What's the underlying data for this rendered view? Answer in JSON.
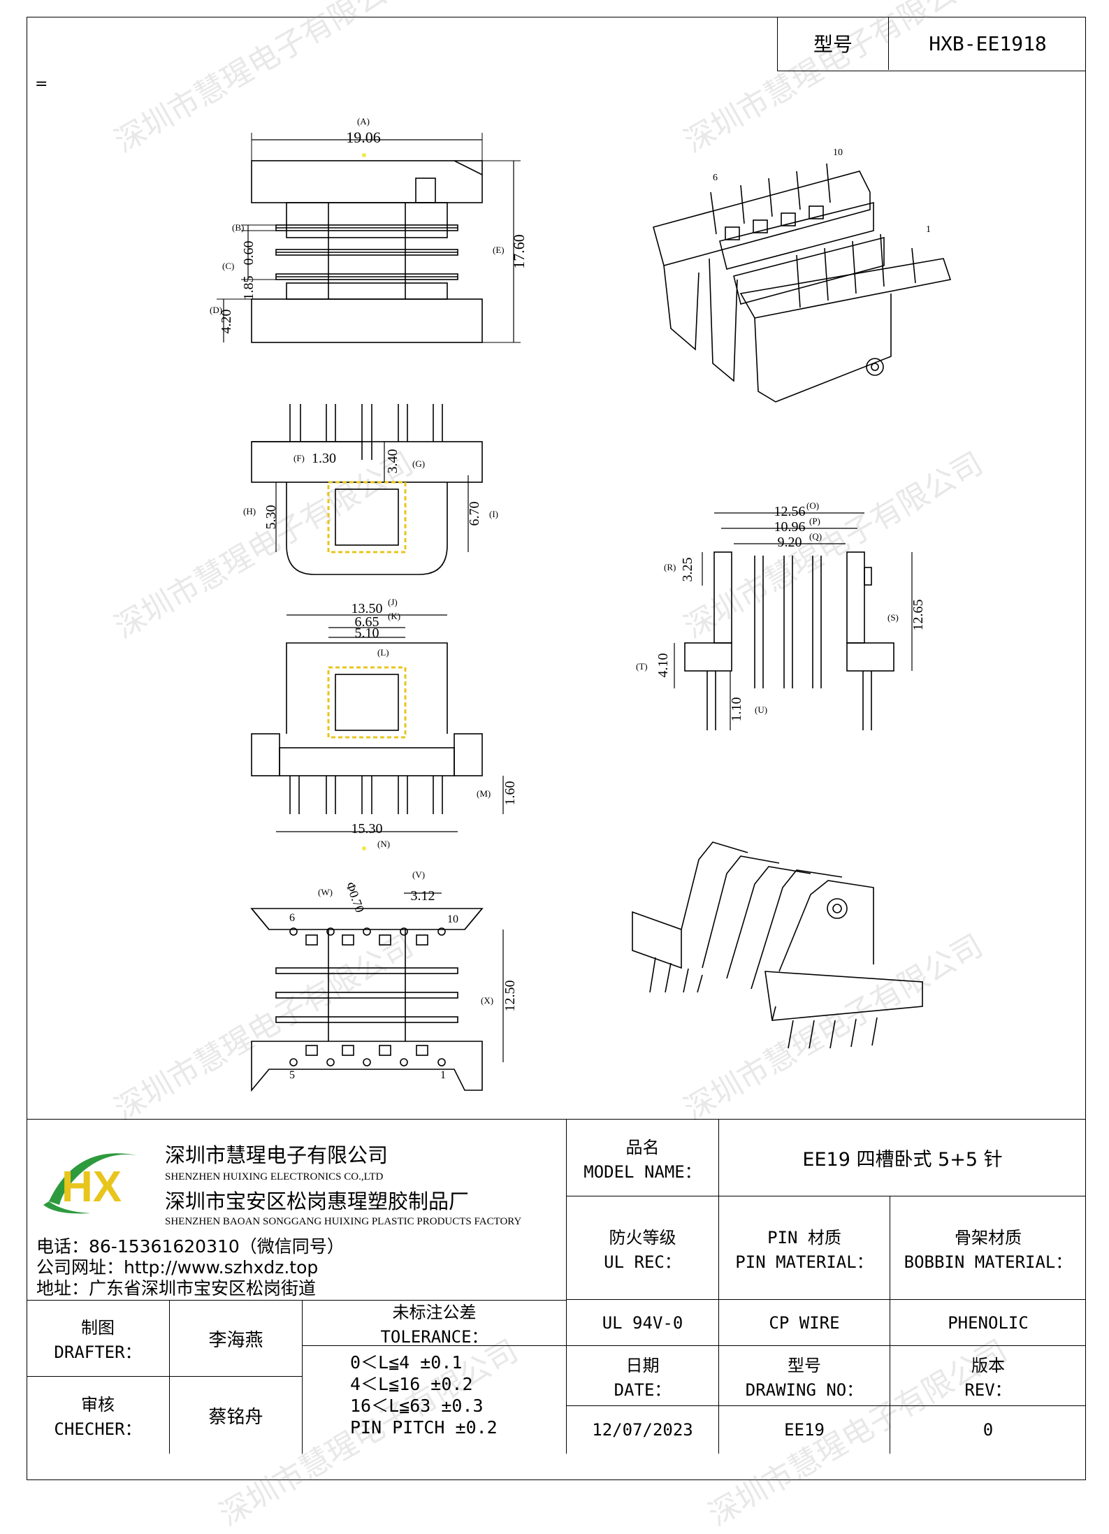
{
  "header": {
    "model_label": "型号",
    "model_value": "HXB-EE1918",
    "stray_mark": "="
  },
  "drawing": {
    "top_view": {
      "A": "(A)",
      "A_val": "19.06",
      "B": "(B)",
      "C": "(C)",
      "D": "(D)",
      "E": "(E)",
      "E_val": "17.60",
      "v060": "0.60",
      "v185": "1.85",
      "v420": "4.20"
    },
    "front_view": {
      "F": "(F)",
      "F_val": "1.30",
      "G": "(G)",
      "G_val": "3.40",
      "H": "(H)",
      "H_val": "5.30",
      "I": "(I)",
      "I_val": "6.70"
    },
    "bottom_view": {
      "J": "(J)",
      "J_val": "13.50",
      "K": "(K)",
      "K_val": "6.65",
      "L": "(L)",
      "L_val": "5.10",
      "M": "(M)",
      "M_val": "1.60",
      "N": "(N)",
      "N_val": "15.30"
    },
    "pin_view": {
      "W": "(W)",
      "W_val": "Φ0.70",
      "V": "(V)",
      "V_val": "3.12",
      "X": "(X)",
      "X_val": "12.50",
      "p6": "6",
      "p10": "10",
      "p5": "5",
      "p1": "1"
    },
    "side_view": {
      "O": "(O)",
      "O_val": "12.56",
      "P": "(P)",
      "P_val": "10.96",
      "Q": "(Q)",
      "Q_val": "9.20",
      "R": "(R)",
      "R_val": "3.25",
      "S": "(S)",
      "S_val": "12.65",
      "T": "(T)",
      "T_val": "4.10",
      "U": "(U)",
      "U_val": "1.10"
    },
    "iso_top": {
      "p6": "6",
      "p10": "10",
      "p1": "1"
    }
  },
  "watermark": "深圳市慧瑆电子有限公司",
  "company": {
    "name_cn": "深圳市慧瑆电子有限公司",
    "name_en": "SHENZHEN HUIXING ELECTRONICS CO.,LTD",
    "factory_cn": "深圳市宝安区松岗惠瑆塑胶制品厂",
    "factory_en": "SHENZHEN BAOAN SONGGANG HUIXING PLASTIC PRODUCTS FACTORY",
    "phone": "电话：86-15361620310（微信同号）",
    "website": "公司网址：http://www.szhxdz.top",
    "address": "地址：广东省深圳市宝安区松岗街道",
    "logo_text": "HX"
  },
  "title_block": {
    "model_name_cn": "品名",
    "model_name_en": "MODEL NAME：",
    "model_name_value": "EE19 四槽卧式 5+5 针",
    "ul_cn": "防火等级",
    "ul_en": "UL REC：",
    "ul_value": "UL 94V-0",
    "pin_cn": "PIN 材质",
    "pin_en": "PIN MATERIAL：",
    "pin_value": "CP WIRE",
    "bobbin_cn": "骨架材质",
    "bobbin_en": "BOBBIN MATERIAL：",
    "bobbin_value": "PHENOLIC",
    "drafter_cn": "制图",
    "drafter_en": "DRAFTER：",
    "drafter_value": "李海燕",
    "checker_cn": "审核",
    "checker_en": "CHECHER：",
    "checker_value": "蔡铭舟",
    "tol_cn": "未标注公差",
    "tol_en": "TOLERANCE：",
    "tol_lines": [
      "0＜L≦4  ±0.1",
      "4＜L≦16 ±0.2",
      "16＜L≦63 ±0.3",
      "PIN PITCH ±0.2"
    ],
    "date_cn": "日期",
    "date_en": "DATE：",
    "date_value": "12/07/2023",
    "dwg_cn": "型号",
    "dwg_en": "DRAWING NO：",
    "dwg_value": "EE19",
    "rev_cn": "版本",
    "rev_en": "REV：",
    "rev_value": "0"
  },
  "colors": {
    "logo_green": "#2e9a3e",
    "logo_yellow": "#e8c51c",
    "highlight": "#f2e84a"
  }
}
